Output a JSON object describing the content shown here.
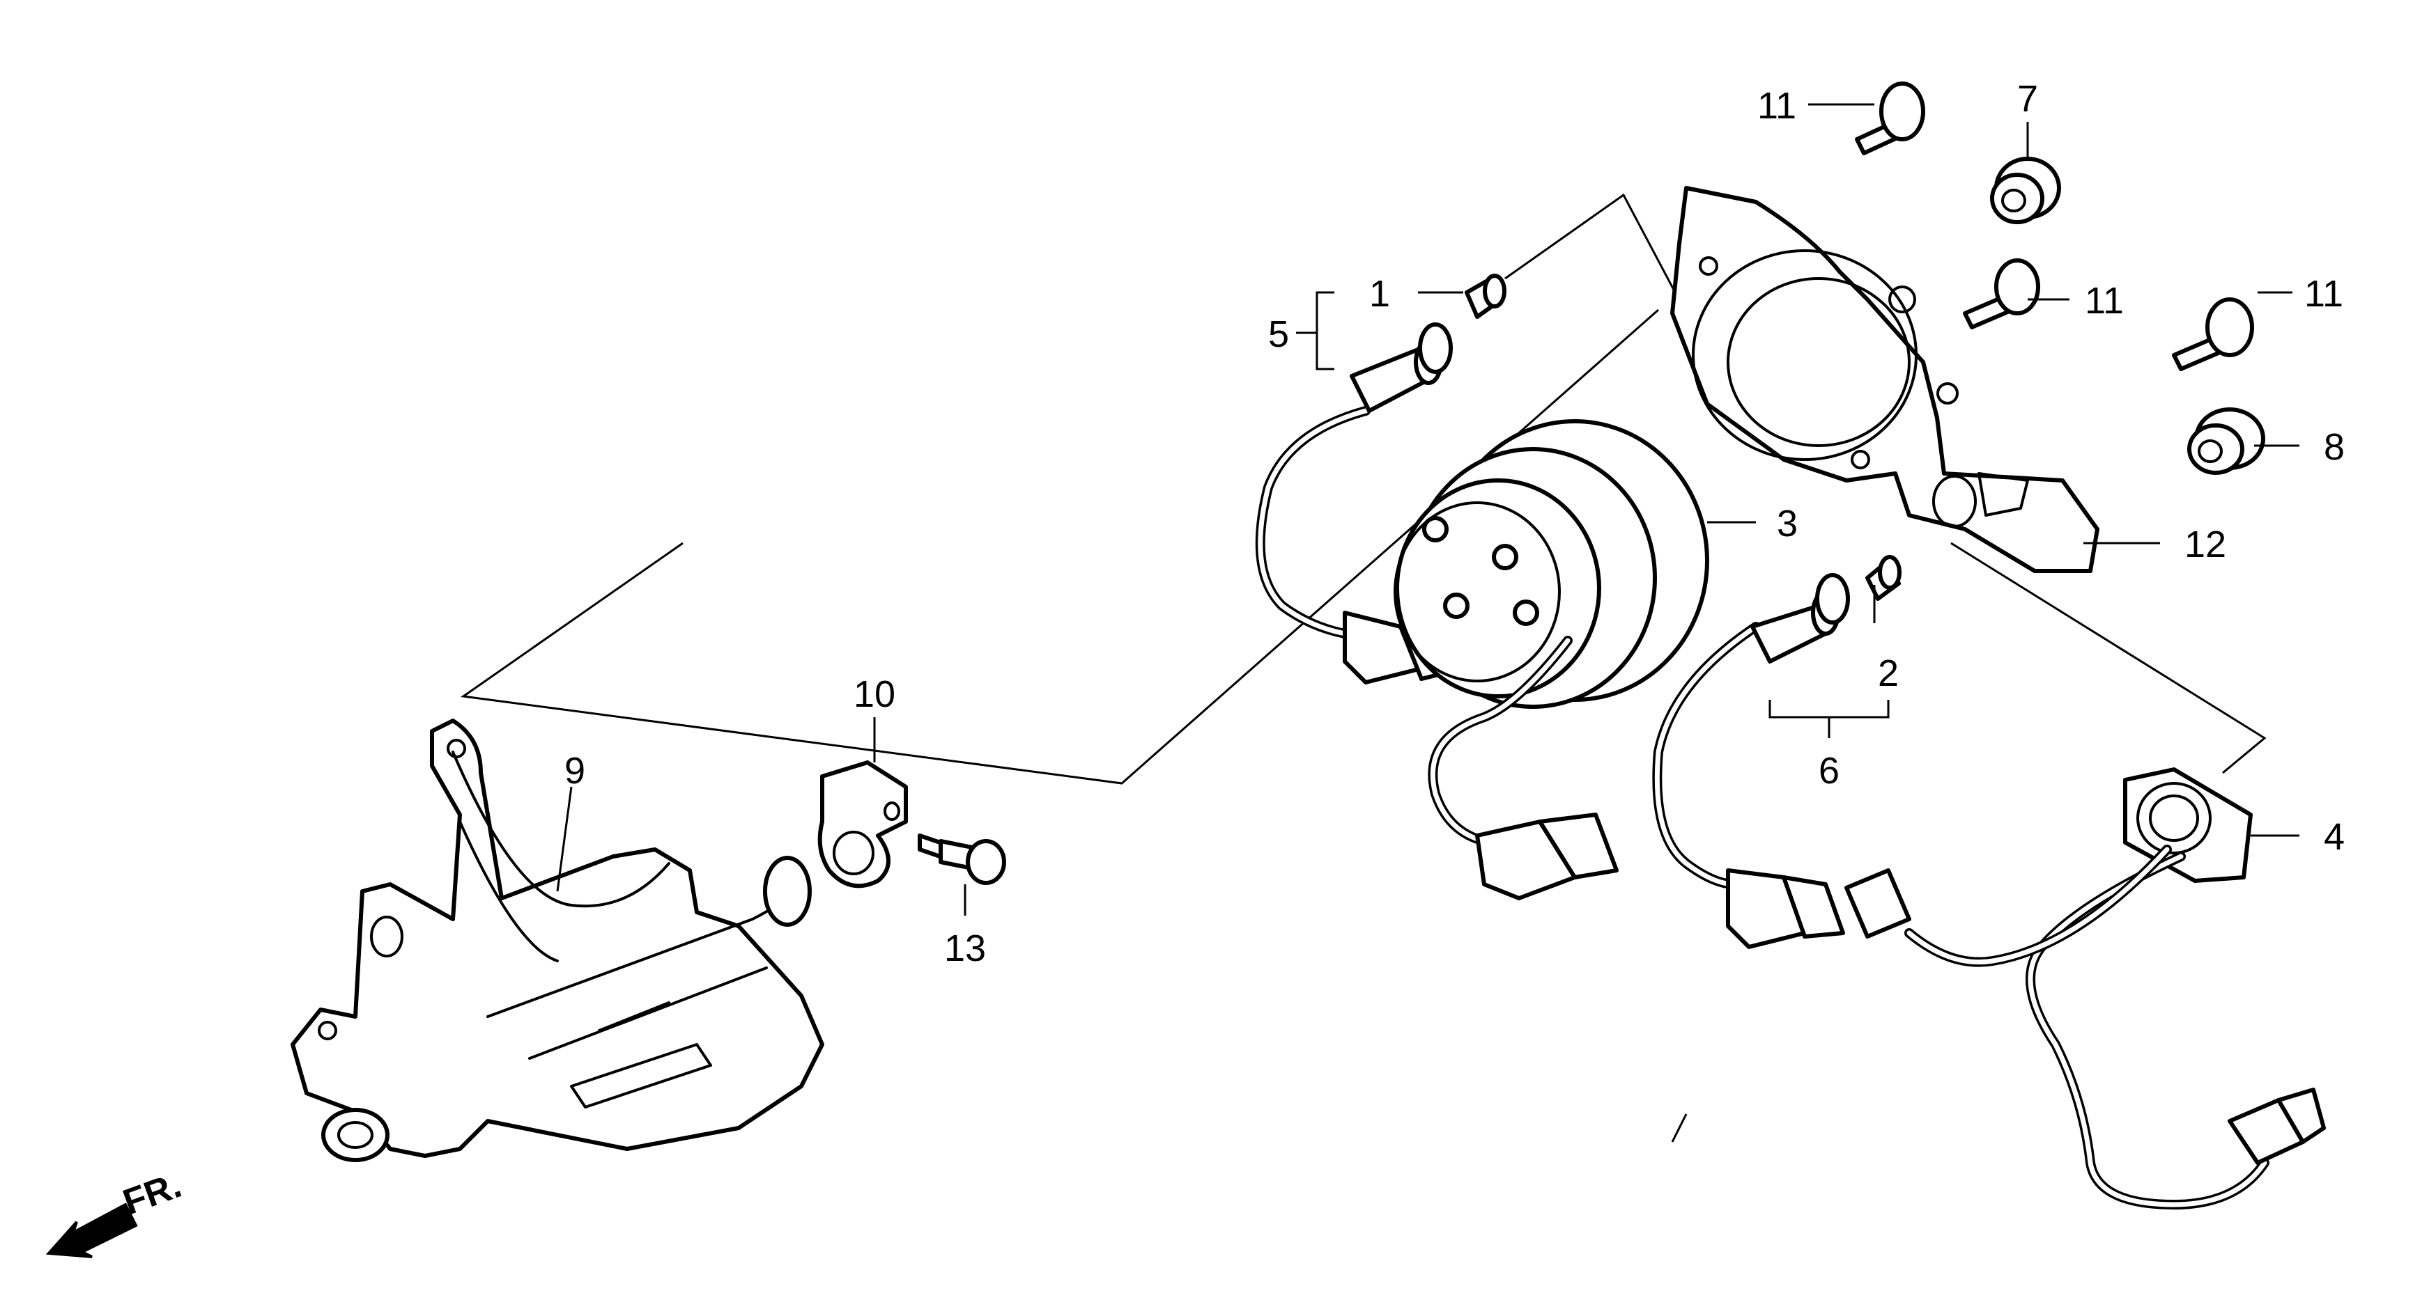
{
  "diagram": {
    "direction_label": "FR.",
    "callouts": [
      {
        "id": "c1",
        "text": "1"
      },
      {
        "id": "c2",
        "text": "2"
      },
      {
        "id": "c3",
        "text": "3"
      },
      {
        "id": "c4",
        "text": "4"
      },
      {
        "id": "c5",
        "text": "5"
      },
      {
        "id": "c6",
        "text": "6"
      },
      {
        "id": "c7",
        "text": "7"
      },
      {
        "id": "c8",
        "text": "8"
      },
      {
        "id": "c9",
        "text": "9"
      },
      {
        "id": "c10",
        "text": "10"
      },
      {
        "id": "c11a",
        "text": "11"
      },
      {
        "id": "c11b",
        "text": "11"
      },
      {
        "id": "c11c",
        "text": "11"
      },
      {
        "id": "c12",
        "text": "12"
      },
      {
        "id": "c13",
        "text": "13"
      }
    ]
  }
}
